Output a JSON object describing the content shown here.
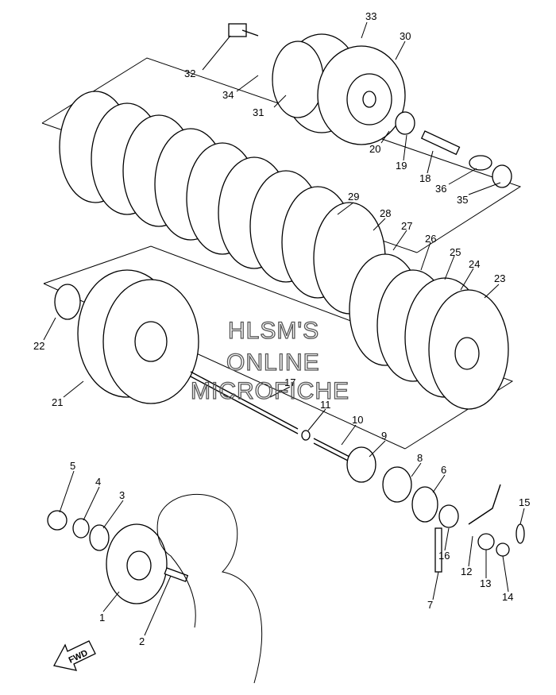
{
  "watermark": {
    "line1": "HLSM'S",
    "line2": "ONLINE",
    "line3": "MICROFICHE"
  },
  "direction_label": "FWD",
  "callouts": [
    "1",
    "2",
    "3",
    "4",
    "5",
    "6",
    "7",
    "8",
    "9",
    "10",
    "11",
    "12",
    "13",
    "14",
    "15",
    "16",
    "17",
    "18",
    "19",
    "20",
    "21",
    "22",
    "23",
    "24",
    "25",
    "26",
    "27",
    "28",
    "29",
    "30",
    "31",
    "32",
    "33",
    "34",
    "35",
    "36"
  ]
}
